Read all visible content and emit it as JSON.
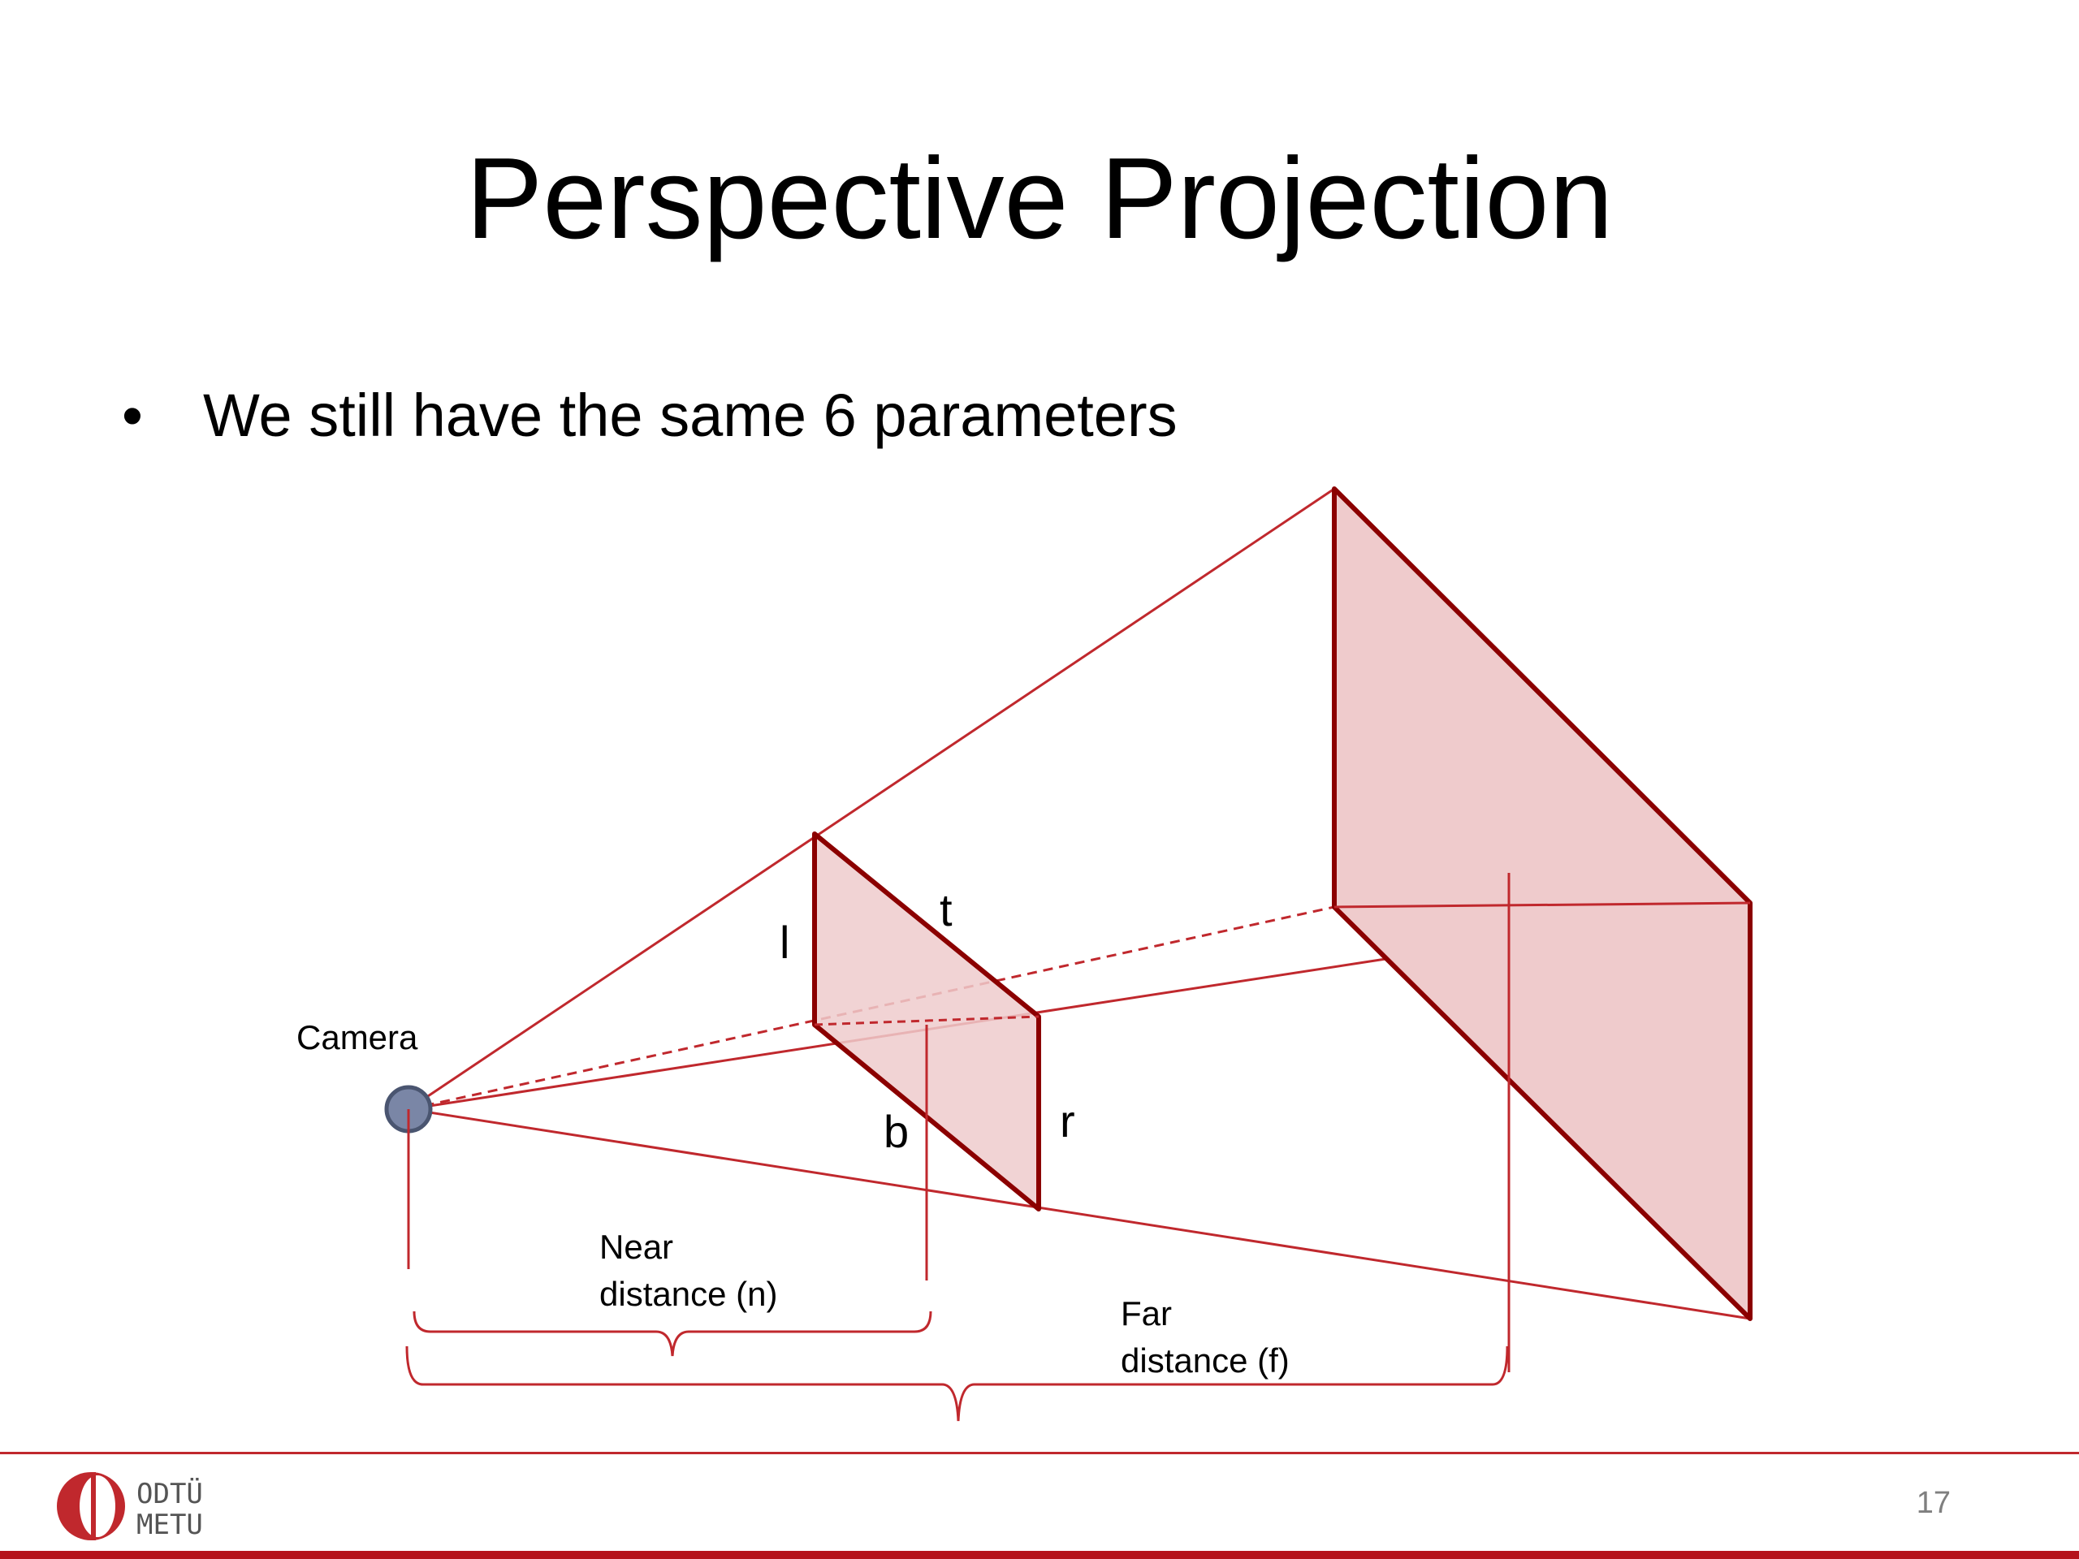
{
  "slide": {
    "title": "Perspective Projection",
    "bullet": "We still have the same 6 parameters",
    "page_number": "17"
  },
  "diagram": {
    "camera_label": "Camera",
    "near_plane_labels": {
      "left": "l",
      "top": "t",
      "bottom": "b",
      "right": "r"
    },
    "near_label_line1": "Near",
    "near_label_line2": "distance (n)",
    "far_label_line1": "Far",
    "far_label_line2": "distance (f)"
  },
  "logo": {
    "line1": "ODTÜ",
    "line2": "METU"
  },
  "colors": {
    "frustum_line": "#c0282d",
    "plane_edge": "#8b0000",
    "plane_fill": "#efcbcc",
    "camera_fill": "#7a86a6",
    "camera_stroke": "#4a5570"
  }
}
